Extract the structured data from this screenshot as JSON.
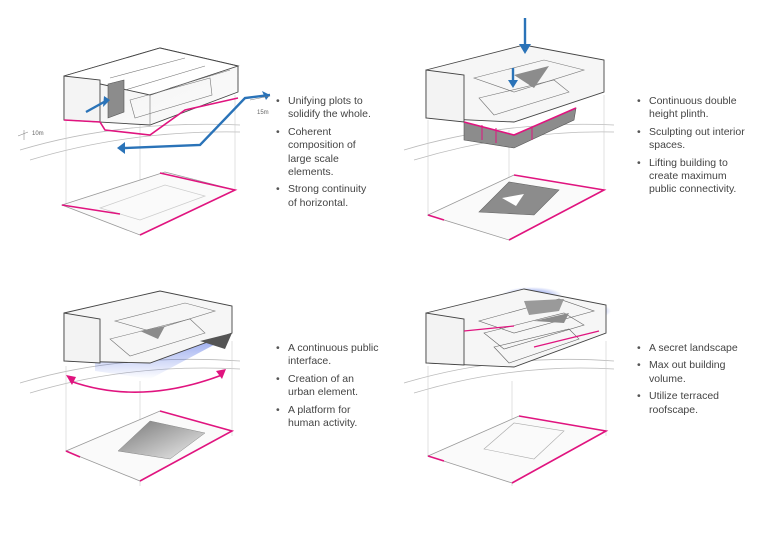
{
  "colors": {
    "accent": "#e0147f",
    "arrow_blue": "#2a73b8",
    "glow_blue": "#3d5de0",
    "line": "#444444",
    "gray_fill": "#8c8c8c",
    "text": "#444444"
  },
  "panels": [
    {
      "bullets": [
        "Unifying plots to solidify the whole.",
        "Coherent composition of large scale elements.",
        "Strong continuity of horizontal."
      ],
      "dims": [
        "10m",
        "15m"
      ]
    },
    {
      "bullets": [
        "Continuous double height plinth.",
        "Sculpting out interior spaces.",
        "Lifting building to create maximum public connectivity."
      ]
    },
    {
      "bullets": [
        "A continuous public interface.",
        "Creation of an urban element.",
        "A platform for human activity."
      ]
    },
    {
      "bullets": [
        "A secret landscape",
        "Max out building volume.",
        "Utilize terraced roofscape."
      ]
    }
  ]
}
